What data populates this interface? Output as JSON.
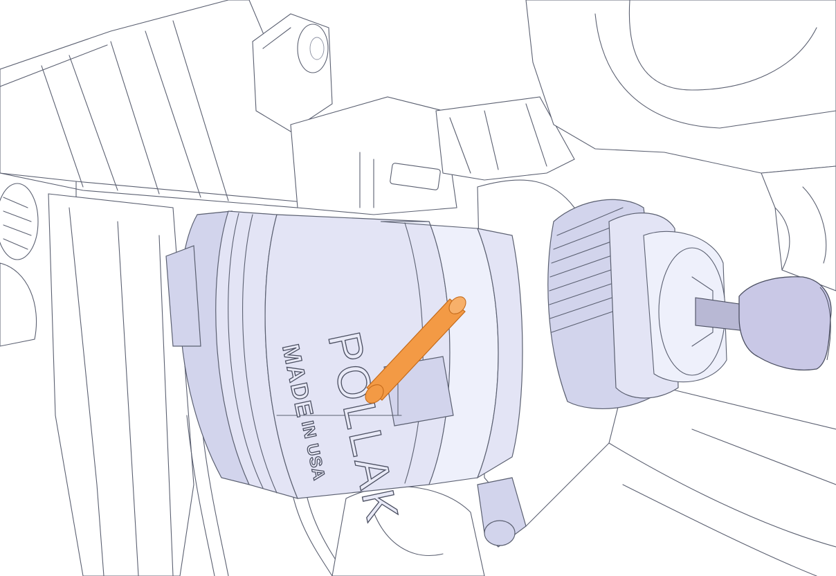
{
  "figure": {
    "embossed_text": {
      "brand": "POLLAK",
      "origin_line1": "MADE",
      "origin_line2": "IN USA"
    },
    "colors": {
      "housing": "#e3e4f5",
      "housing_shadow": "#d2d4ec",
      "key": "#c9c8e6",
      "highlight_pin": "#f39a45",
      "outline": "#5a5f70",
      "background": "#ffffff"
    }
  }
}
